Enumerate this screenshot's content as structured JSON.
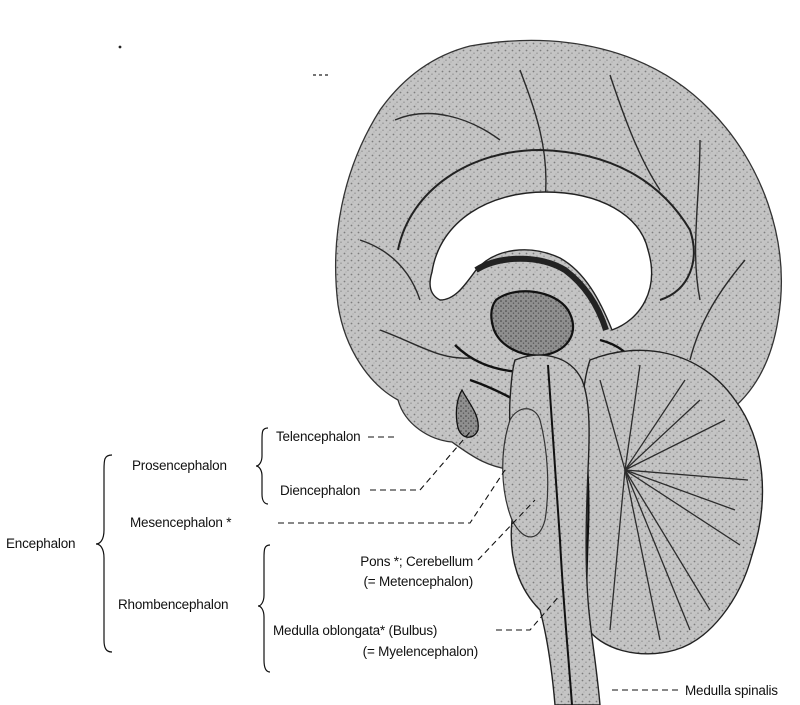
{
  "labels": {
    "encephalon": "Encephalon",
    "prosencephalon": "Prosencephalon",
    "telencephalon": "Telencephalon",
    "diencephalon": "Diencephalon",
    "mesencephalon": "Mesencephalon *",
    "rhombencephalon": "Rhombencephalon",
    "pons_cerebellum": "Pons *; Cerebellum",
    "metencephalon": "(= Metencephalon)",
    "medulla_oblongata": "Medulla oblongata* (Bulbus)",
    "myelencephalon": "(= Myelencephalon)",
    "medulla_spinalis": "Medulla spinalis"
  },
  "colors": {
    "ink": "#111111",
    "tissue": "#bdbdbd",
    "tissue_dark": "#7a7a7a",
    "cavity": "#ffffff",
    "background": "#ffffff"
  }
}
